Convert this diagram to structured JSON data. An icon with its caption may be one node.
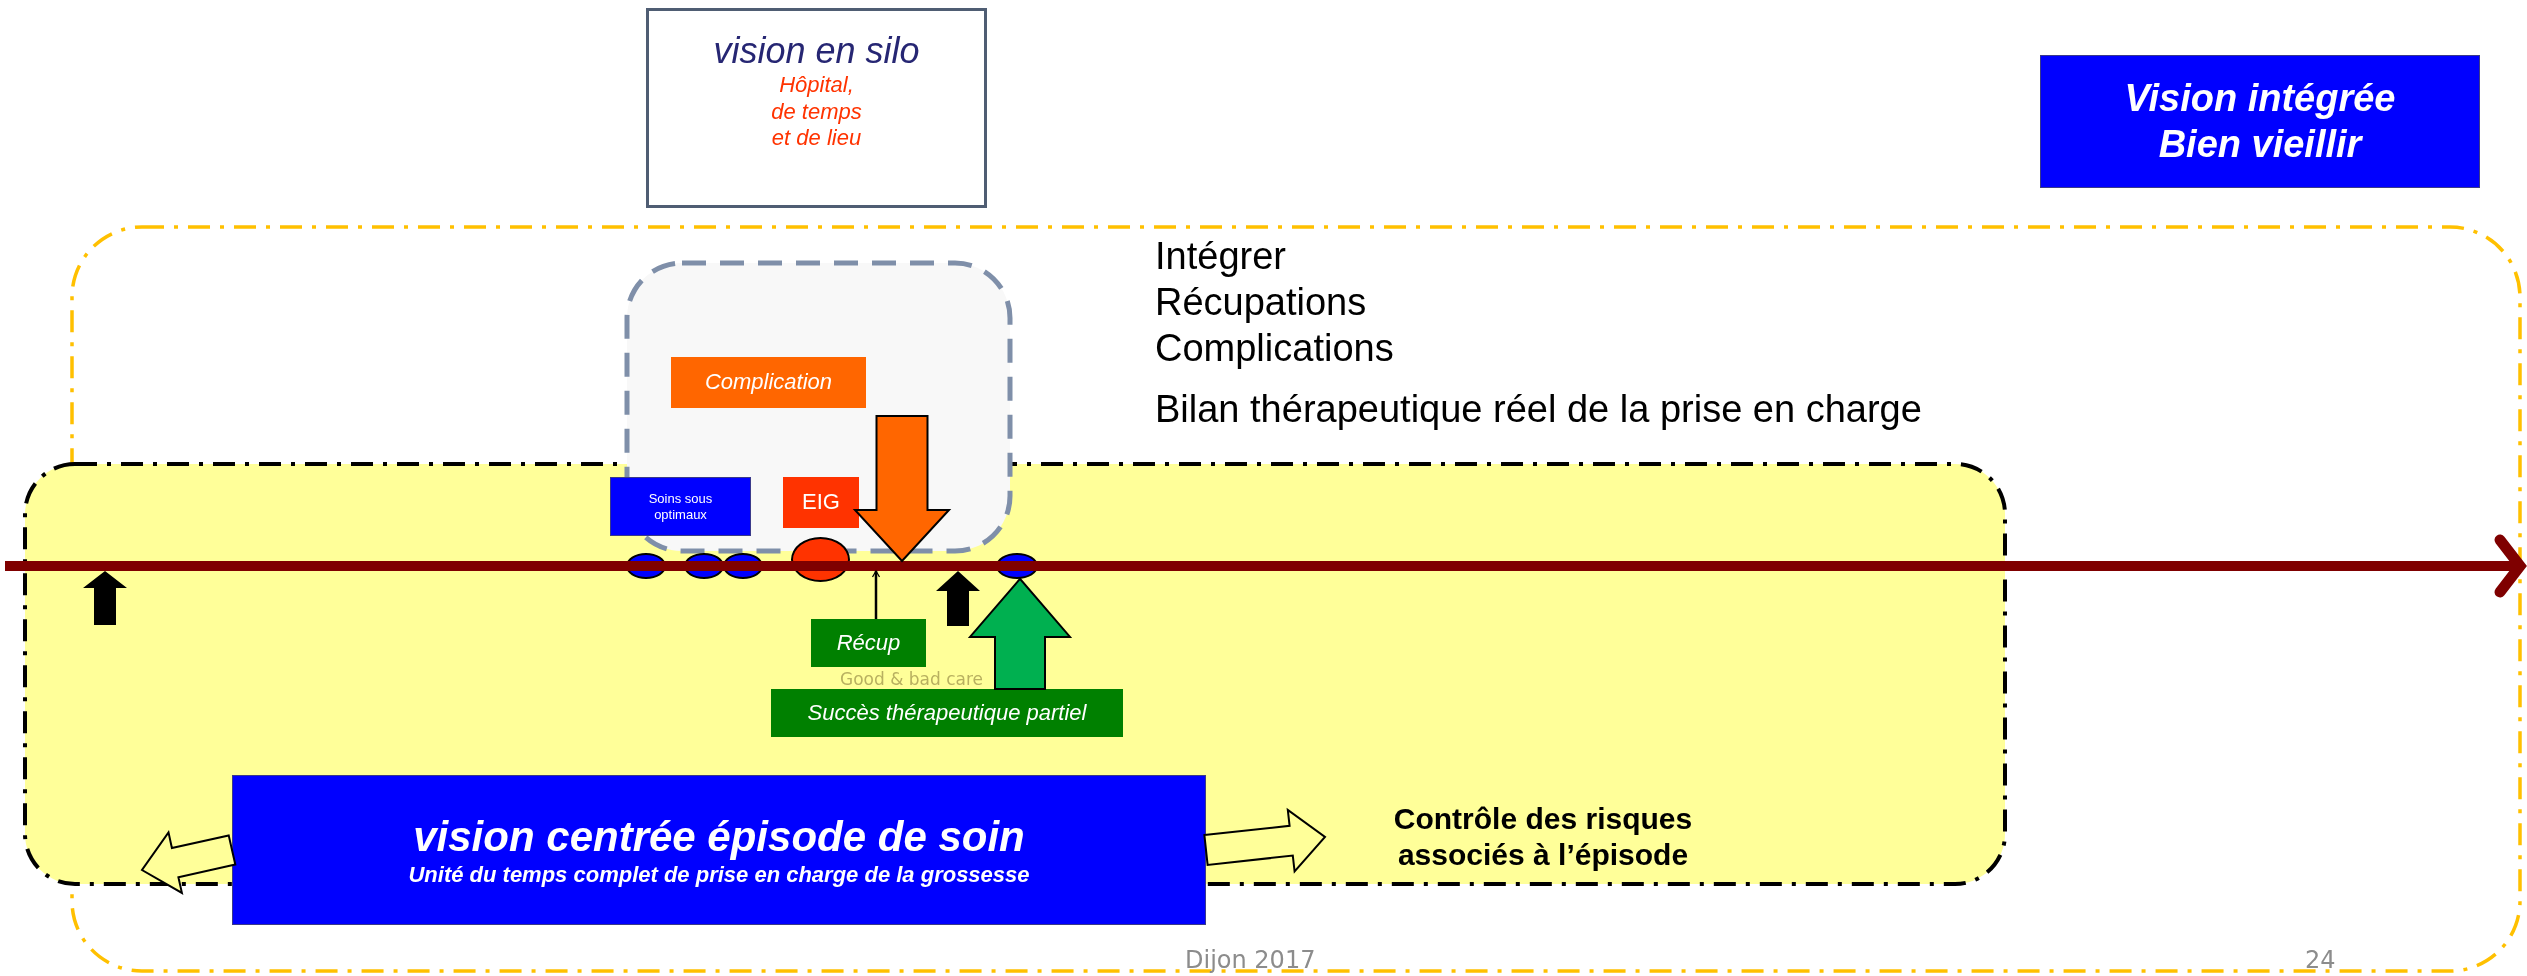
{
  "diagram": {
    "nodes": [
      {
        "text": [
          "vision en silo",
          "Hôpital, de temps et de lieu"
        ]
      },
      {
        "text": [
          "Vision intégrée Bien vieillir"
        ]
      },
      {
        "text": [
          "Complication"
        ]
      },
      {
        "text": [
          "Soins sous optimaux"
        ]
      },
      {
        "text": [
          "EIG"
        ]
      },
      {
        "text": [],
        "shape": "circle"
      },
      {
        "text": [],
        "shape": "circle"
      },
      {
        "text": [],
        "shape": "circle"
      },
      {
        "text": [],
        "shape": "circle"
      },
      {
        "text": [],
        "shape": "circle"
      },
      {
        "text": [
          "Récup"
        ]
      },
      {
        "text": [
          "Succès thérapeutique partiel"
        ]
      },
      {
        "text": [
          "vision centrée épisode de soin",
          "Unité du temps complet de prise en charge de la grossesse"
        ]
      },
      {
        "text": [
          "Contrôle des risques associés à l’épisode"
        ]
      },
      {
        "text": [],
        "shape": "bar"
      }
    ],
    "edges": [
      {
        "from": 10,
        "to": 14,
        "arrow": "to"
      },
      {
        "from": 11,
        "to": 9,
        "arrow": "to",
        "style": "thick",
        "color": "#00b050"
      },
      {
        "from": 12,
        "to": null,
        "arrow": "to",
        "style": "thick"
      },
      {
        "from": 12,
        "to": 13,
        "arrow": "to",
        "style": "thick"
      },
      {
        "from": null,
        "to": 14,
        "arrow": "to",
        "style": "thick",
        "color": "#ff6600"
      },
      {
        "from": null,
        "to": 14,
        "arrow": "to",
        "style": "thick",
        "color": "#000000"
      },
      {
        "from": null,
        "to": 14,
        "arrow": "to",
        "style": "thick",
        "color": "#000000"
      }
    ],
    "labels": [
      "Intégrer",
      "Récupations",
      "Complications",
      "Bilan thérapeutique réel de la prise en charge",
      "Good & bad care",
      "Dijon 2017",
      "24"
    ]
  }
}
